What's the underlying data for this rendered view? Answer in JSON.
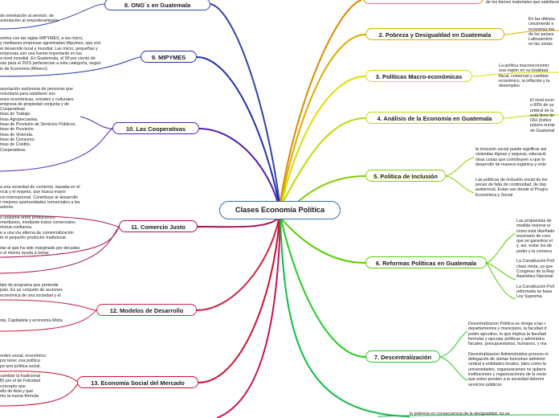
{
  "central": "Clases Economía Política",
  "left_branches": [
    {
      "label": "8. ONG´s en Guatemala",
      "color": "#3344aa",
      "notes": [
        "de orientación al servicio, de",
        "orientación al empoderamiento."
      ]
    },
    {
      "label": "9. MIPYMES",
      "color": "#2233aa",
      "notes": [
        "omina con las siglas MIPYMES,  a las micro,",
        "y medianas empresas agremiadas Mipymes, que son",
        "el desarrollo local y mundial. Las micro, pequeñas y",
        "empresas  son una fuente importante en las",
        "a nivel mundial. En Guatemala, el 99 por ciento de",
        "sas para el 2015 pertenecían a esta categoría, según",
        "io de Economía (Mineco)"
      ]
    },
    {
      "label": "10. Las Cooperativas",
      "color": "#5522aa",
      "notes": [
        "asociación autónoma de personas que",
        "voluntaria para satisfacer sus",
        "ones económicas, sociales y culturales",
        "empresa de propiedad conjunta y de",
        "",
        "Cooperativas",
        "tivas de Trabajo.",
        "tivas Agropecuarias.",
        "tivas de Provisión de Servicios Públicos.",
        "tivas de Provisión.",
        "tivas de Vivienda.",
        "tivas de Consumo.",
        "tivas de Crédito.",
        "Cooperativos."
      ]
    },
    {
      "label": "11. Comercio Justo",
      "color": "#aa1155",
      "notes": [
        "a una sociedad de comercio, basada en el",
        "ncia y el respeto, que busca mayor",
        "cio internacional. Contribuye al desarrollo",
        "r mejores oportunidades comerciales a los",
        "adores.",
        "",
        "o unánime entre productores,",
        "rmediarios, mediante tratos comerciales",
        "mutua confianza.",
        "e a una vía alterna de comercialización",
        "te el pequeño productor tradicional.",
        "",
        "dar al que ha sido marginado por décadas",
        "s el mismo ayuda a tomar."
      ]
    },
    {
      "label": "12. Modelos de Desarrollo",
      "color": "#cc2244",
      "notes": [
        "tipo de programa que pretende",
        "país. Es un conjunto de acciones",
        "económica de una sociedad y el",
        "",
        "",
        "sta, Capitalista y economía Mixta"
      ]
    },
    {
      "label": "13. Economía Social del Mercado",
      "color": "#cc1133",
      "notes": [
        "orden social, económico",
        "por tener una política",
        "po una política social.",
        "",
        "cambiar la tradicional",
        "B) por el de Felicidad",
        "concepto que",
        "eliz de Asia y que",
        "mo la nueva fórmula"
      ]
    }
  ],
  "right_branches": [
    {
      "label": "2. Pobreza y Desigualdad en Guatemala",
      "color": "#ddaa00",
      "notes": [
        "En las últimas",
        "crecimiento e",
        "economía má",
        "de los países",
        "Latinoaméric",
        "en las zonas"
      ]
    },
    {
      "label": "3. Políticas Macro-económicas",
      "color": "#dddd00",
      "notes": [
        "La política macroeconómic",
        "una región en su totalidad.",
        "fiscal, comercial y cambiar",
        "económico, la inflación y la",
        "desempleo"
      ]
    },
    {
      "label": "4. Análisis de la Economía en Guatemala",
      "color": "#bbdd00",
      "notes": [
        "El nivel econ",
        "o 60% de su",
        "umbral de la",
        "está lleno de",
        "IDH (Indice",
        "países europ",
        "de Guatemal"
      ]
    },
    {
      "label": "5. Política de Inclusión",
      "color": "#88cc00",
      "notes": [
        "la inclusión social puede significar asi",
        "viviendas dignas y seguras, educació",
        "otras cosas que contribuyen a que to",
        "desarrolle de manera orgánica y orde",
        "",
        "Las políticas de inclusión social de los",
        "pecan de falta de continuidad, de imp",
        "asistencial. Estas van desde el Progra",
        "Económica y Social"
      ]
    },
    {
      "label": "6. Reformas Políticas en Guatemala",
      "color": "#55cc00",
      "notes": [
        "Las propuestas de",
        "medida mejorar el",
        "como está diseñado",
        "escenario de conc",
        "que se garantice el",
        "y, así, evitar los ab",
        "poder y la consecu",
        "",
        "La Constitución Polí",
        "clase mixta, ya que",
        "Congreso de la Rep",
        "Asamblea Nacional",
        "",
        "La Constitución Polí",
        "reformada se basa",
        "Ley Suprema."
      ]
    },
    {
      "label": "7. Descentralización",
      "color": "#22cc22",
      "notes": [
        "Decentralizacon Política se otorga a las r",
        "departamentos y municipios, la facultad d",
        "poder ejecutivo, lo que implica la facultad",
        "formular y ejecutar políticas y administra",
        "fiscales, presupuestarios, humanos, y ma",
        "",
        "Decentralizacion Administrativa proceso m",
        "delegación de ciertas funciones administ",
        "central a entidades locales, tales como la",
        "universidades, organizaciones no gubern",
        "instituciones y organizaciones de la socie",
        "que estos presten a la sociedad  determi",
        "servicios públicos"
      ]
    }
  ],
  "top_right_note": "de los bienes materiales que satisfacen",
  "bottom_right_note": "la pobreza es consecuencia de la desigualdad, no es"
}
